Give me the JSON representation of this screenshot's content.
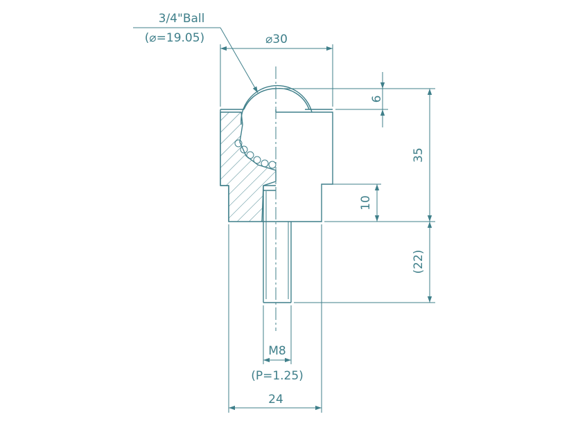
{
  "colors": {
    "line": "#3f7f8a",
    "text": "#3f7f8a",
    "background": "#ffffff"
  },
  "labels": {
    "ball_name": "3/4\"Ball",
    "ball_diameter": "(⌀=19.05)",
    "outer_diameter": "⌀30",
    "top_height": "6",
    "total_height": "35",
    "step_height": "10",
    "thread_length": "(22)",
    "thread_size": "M8",
    "thread_pitch": "(P=1.25)",
    "width": "24"
  }
}
